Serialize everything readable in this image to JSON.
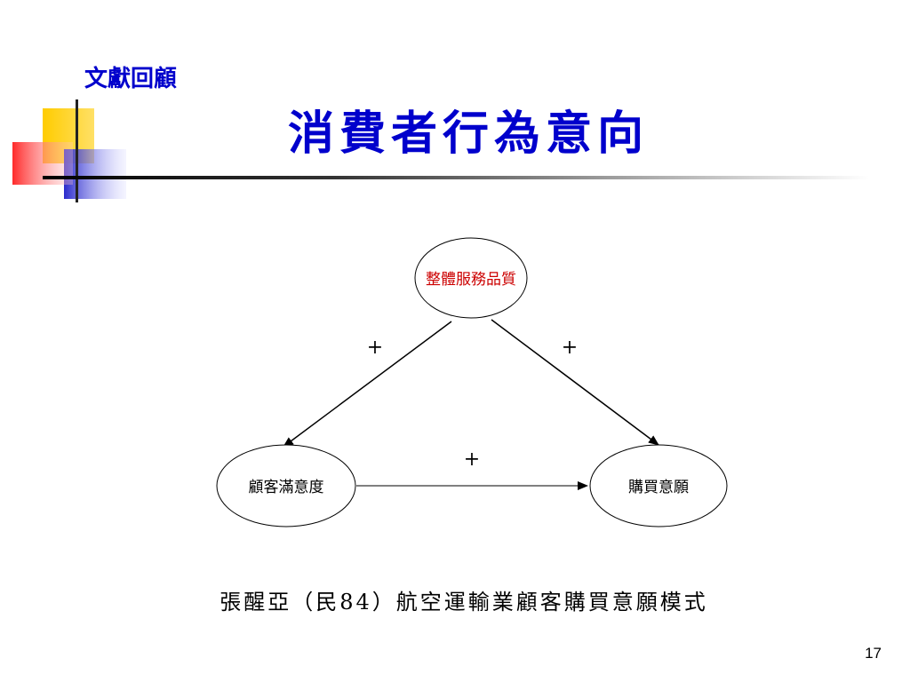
{
  "slide": {
    "section_label": "文獻回顧",
    "title": "消費者行為意向",
    "caption": "張醒亞（民84）航空運輸業顧客購買意願模式",
    "page_number": "17"
  },
  "diagram": {
    "nodes": {
      "service_quality": {
        "label": "整體服務品質",
        "color": "#cc0000"
      },
      "satisfaction": {
        "label": "顧客滿意度",
        "color": "#000000"
      },
      "purchase_intent": {
        "label": "購買意願",
        "color": "#000000"
      }
    },
    "edges": {
      "quality_to_satisfaction": {
        "sign": "+"
      },
      "quality_to_intent": {
        "sign": "+"
      },
      "satisfaction_to_intent": {
        "sign": "+"
      }
    }
  },
  "colors": {
    "title_blue": "#0000cc",
    "deco_yellow": "#ffcc00",
    "deco_red": "#ff3333",
    "deco_blue": "#3333cc"
  }
}
